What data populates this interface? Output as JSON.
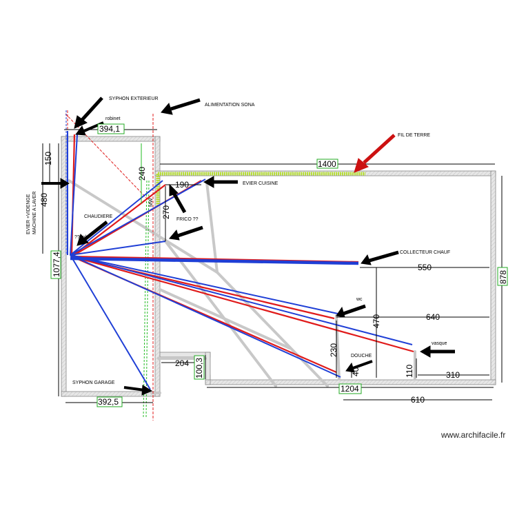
{
  "labels": {
    "syphon_exterieur": "SYPHON EXTERIEUR",
    "alimentation": "ALIMENTATION SONA",
    "robinet": "robinet",
    "fil_de_terre": "FIL DE TERRE",
    "evier_cuisine": "EVIER CUISINE",
    "evier_vidange_1": "EVIER +VIDENGE",
    "evier_vidange_2": "MACHINE A LAVER",
    "chaudiere": "CHAUDIERE",
    "frico": "FRICO ??",
    "collecteur": "COLLECTEUR CHAUF",
    "wc": "wc",
    "vasque": "vasque",
    "douche": "DOUCHE",
    "syphon_garage": "SYPHON GARAGE",
    "small_text": "??..nl",
    "vertical_small": "MW"
  },
  "dimensions": {
    "d394": "394,1",
    "d1400": "1400",
    "d150": "150",
    "d480": "480",
    "d240": "240",
    "d190": "190",
    "d270": "270",
    "d10774": "1077,4",
    "d550": "550",
    "d878": "878",
    "d640": "640",
    "d470": "470",
    "d230": "230",
    "d40": "40",
    "d110": "110",
    "d310": "310",
    "d204": "204",
    "d1003": "100,3",
    "d3925": "392,5",
    "d1204": "1204",
    "d610": "610"
  },
  "footer": {
    "brand": "www.archifacile.fr"
  },
  "colors": {
    "red_pipe": "#e01b1b",
    "blue_pipe": "#1f3fd6",
    "green_line": "#22bb22",
    "arrow": "#000000",
    "red_arrow": "#cc1111"
  }
}
